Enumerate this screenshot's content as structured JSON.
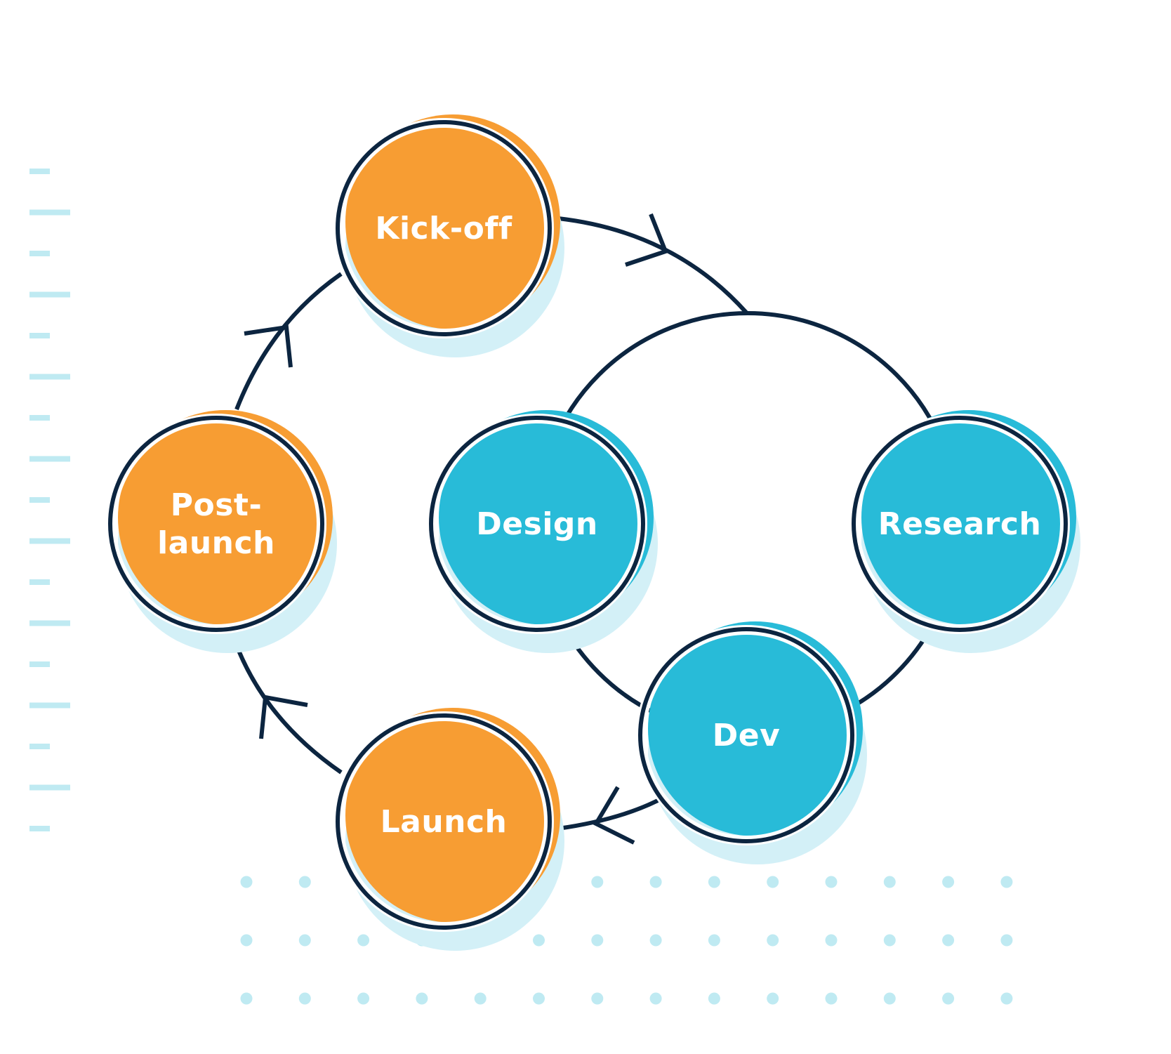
{
  "title": "Project lifecycle diagram",
  "colors": {
    "orange": "#F79D33",
    "cyan": "#28BBD8",
    "shadow": "#D3F0F7",
    "outline": "#0C2540",
    "dots": "#BFEAF2",
    "dashes": "#BFEAF2"
  },
  "outer_cycle": {
    "direction": "clockwise",
    "nodes": [
      {
        "id": "kickoff",
        "label_lines": [
          "Kick-off"
        ],
        "color": "orange"
      },
      {
        "id": "inner",
        "label_lines": [],
        "color": "none"
      },
      {
        "id": "launch",
        "label_lines": [
          "Launch"
        ],
        "color": "orange"
      },
      {
        "id": "postlaunch",
        "label_lines": [
          "Post-",
          "launch"
        ],
        "color": "orange"
      }
    ]
  },
  "inner_cycle": {
    "nodes": [
      {
        "id": "design",
        "label_lines": [
          "Design"
        ],
        "color": "cyan"
      },
      {
        "id": "research",
        "label_lines": [
          "Research"
        ],
        "color": "cyan"
      },
      {
        "id": "dev",
        "label_lines": [
          "Dev"
        ],
        "color": "cyan"
      }
    ]
  },
  "edges": [
    {
      "from": "kickoff",
      "to": "inner",
      "arrow": true
    },
    {
      "from": "inner",
      "to": "launch",
      "arrow": true
    },
    {
      "from": "launch",
      "to": "postlaunch",
      "arrow": true
    },
    {
      "from": "postlaunch",
      "to": "kickoff",
      "arrow": true
    }
  ]
}
